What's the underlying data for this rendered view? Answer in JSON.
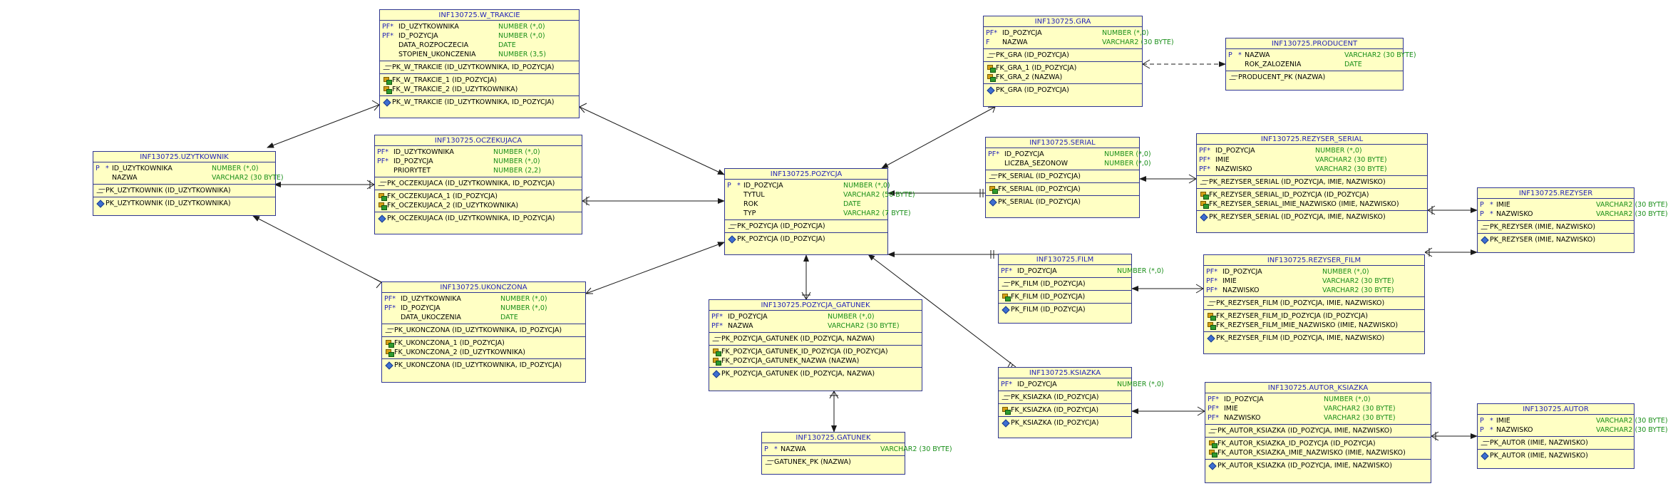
{
  "tables": {
    "w_trakcie": {
      "title": "INF130725.W_TRAKCIE",
      "cols": [
        {
          "flag": "PF*",
          "name": "ID_UZYTKOWNIKA",
          "type": "NUMBER (*,0)"
        },
        {
          "flag": "PF*",
          "name": "ID_POZYCJA",
          "type": "NUMBER (*,0)"
        },
        {
          "flag": "",
          "name": "DATA_ROZPOCZECIA",
          "type": "DATE"
        },
        {
          "flag": "",
          "name": "STOPIEN_UKONCZENIA",
          "type": "NUMBER (3,5)"
        }
      ],
      "pk": "PK_W_TRAKCIE (ID_UZYTKOWNIKA, ID_POZYCJA)",
      "fks": [
        "FK_W_TRAKCIE_1 (ID_POZYCJA)",
        "FK_W_TRAKCIE_2 (ID_UZYTKOWNIKA)"
      ],
      "uk": "PK_W_TRAKCIE (ID_UZYTKOWNIKA, ID_POZYCJA)"
    },
    "uzytkownik": {
      "title": "INF130725.UZYTKOWNIK",
      "cols": [
        {
          "flag": "P",
          "star": "*",
          "name": "ID_UZYTKOWNIKA",
          "type": "NUMBER (*,0)"
        },
        {
          "flag": "",
          "name": "NAZWA",
          "type": "VARCHAR2 (30 BYTE)"
        }
      ],
      "pk": "PK_UZYTKOWNIK (ID_UZYTKOWNIKA)",
      "uk": "PK_UZYTKOWNIK (ID_UZYTKOWNIKA)"
    },
    "oczekujaca": {
      "title": "INF130725.OCZEKUJACA",
      "cols": [
        {
          "flag": "PF*",
          "name": "ID_UZYTKOWNIKA",
          "type": "NUMBER (*,0)"
        },
        {
          "flag": "PF*",
          "name": "ID_POZYCJA",
          "type": "NUMBER (*,0)"
        },
        {
          "flag": "",
          "name": "PRIORYTET",
          "type": "NUMBER (2,2)"
        }
      ],
      "pk": "PK_OCZEKUJACA (ID_UZYTKOWNIKA, ID_POZYCJA)",
      "fks": [
        "FK_OCZEKUJACA_1 (ID_POZYCJA)",
        "FK_OCZEKUJACA_2 (ID_UZYTKOWNIKA)"
      ],
      "uk": "PK_OCZEKUJACA (ID_UZYTKOWNIKA, ID_POZYCJA)"
    },
    "ukonczona": {
      "title": "INF130725.UKONCZONA",
      "cols": [
        {
          "flag": "PF*",
          "name": "ID_UZYTKOWNIKA",
          "type": "NUMBER (*,0)"
        },
        {
          "flag": "PF*",
          "name": "ID_POZYCJA",
          "type": "NUMBER (*,0)"
        },
        {
          "flag": "",
          "name": "DATA_UKOCZENIA",
          "type": "DATE"
        }
      ],
      "pk": "PK_UKONCZONA (ID_UZYTKOWNIKA, ID_POZYCJA)",
      "fks": [
        "FK_UKONCZONA_1 (ID_POZYCJA)",
        "FK_UKONCZONA_2 (ID_UZYTKOWNIKA)"
      ],
      "uk": "PK_UKONCZONA (ID_UZYTKOWNIKA, ID_POZYCJA)"
    },
    "pozycja": {
      "title": "INF130725.POZYCJA",
      "cols": [
        {
          "flag": "P",
          "star": "*",
          "name": "ID_POZYCJA",
          "type": "NUMBER (*,0)"
        },
        {
          "flag": "",
          "name": "TYTUL",
          "type": "VARCHAR2 (50 BYTE)"
        },
        {
          "flag": "",
          "name": "ROK",
          "type": "DATE"
        },
        {
          "flag": "",
          "name": "TYP",
          "type": "VARCHAR2 (7 BYTE)"
        }
      ],
      "pk": "PK_POZYCJA (ID_POZYCJA)",
      "uk": "PK_POZYCJA (ID_POZYCJA)"
    },
    "pozycja_gatunek": {
      "title": "INF130725.POZYCJA_GATUNEK",
      "cols": [
        {
          "flag": "PF*",
          "name": "ID_POZYCJA",
          "type": "NUMBER (*,0)"
        },
        {
          "flag": "PF*",
          "name": "NAZWA",
          "type": "VARCHAR2 (30 BYTE)"
        }
      ],
      "pk": "PK_POZYCJA_GATUNEK (ID_POZYCJA, NAZWA)",
      "fks": [
        "FK_POZYCJA_GATUNEK_ID_POZYCJA (ID_POZYCJA)",
        "FK_POZYCJA_GATUNEK_NAZWA (NAZWA)"
      ],
      "uk": "PK_POZYCJA_GATUNEK (ID_POZYCJA, NAZWA)"
    },
    "gatunek": {
      "title": "INF130725.GATUNEK",
      "cols": [
        {
          "flag": "P",
          "star": "*",
          "name": "NAZWA",
          "type": "VARCHAR2 (30 BYTE)"
        }
      ],
      "pk": "GATUNEK_PK (NAZWA)"
    },
    "gra": {
      "title": "INF130725.GRA",
      "cols": [
        {
          "flag": "PF*",
          "name": "ID_POZYCJA",
          "type": "NUMBER (*,0)"
        },
        {
          "flag": "F",
          "name": "NAZWA",
          "type": "VARCHAR2 (30 BYTE)"
        }
      ],
      "pk": "PK_GRA (ID_POZYCJA)",
      "fks": [
        "FK_GRA_1 (ID_POZYCJA)",
        "FK_GRA_2 (NAZWA)"
      ],
      "uk": "PK_GRA (ID_POZYCJA)"
    },
    "producent": {
      "title": "INF130725.PRODUCENT",
      "cols": [
        {
          "flag": "P",
          "star": "*",
          "name": "NAZWA",
          "type": "VARCHAR2 (30 BYTE)"
        },
        {
          "flag": "",
          "name": "ROK_ZALOZENIA",
          "type": "DATE"
        }
      ],
      "pk": "PRODUCENT_PK (NAZWA)"
    },
    "serial": {
      "title": "INF130725.SERIAL",
      "cols": [
        {
          "flag": "PF*",
          "name": "ID_POZYCJA",
          "type": "NUMBER (*,0)"
        },
        {
          "flag": "",
          "name": "LICZBA_SEZONOW",
          "type": "NUMBER (*,0)"
        }
      ],
      "pk": "PK_SERIAL (ID_POZYCJA)",
      "fks": [
        "FK_SERIAL (ID_POZYCJA)"
      ],
      "uk": "PK_SERIAL (ID_POZYCJA)"
    },
    "rezyser_serial": {
      "title": "INF130725.REZYSER_SERIAL",
      "cols": [
        {
          "flag": "PF*",
          "name": "ID_POZYCJA",
          "type": "NUMBER (*,0)"
        },
        {
          "flag": "PF*",
          "name": "IMIE",
          "type": "VARCHAR2 (30 BYTE)"
        },
        {
          "flag": "PF*",
          "name": "NAZWISKO",
          "type": "VARCHAR2 (30 BYTE)"
        }
      ],
      "pk": "PK_REZYSER_SERIAL (ID_POZYCJA, IMIE, NAZWISKO)",
      "fks": [
        "FK_REZYSER_SERIAL_ID_POZYCJA (ID_POZYCJA)",
        "FK_REZYSER_SERIAL_IMIE_NAZWISKO (IMIE, NAZWISKO)"
      ],
      "uk": "PK_REZYSER_SERIAL (ID_POZYCJA, IMIE, NAZWISKO)"
    },
    "rezyser": {
      "title": "INF130725.REZYSER",
      "cols": [
        {
          "flag": "P",
          "star": "*",
          "name": "IMIE",
          "type": "VARCHAR2 (30 BYTE)"
        },
        {
          "flag": "P",
          "star": "*",
          "name": "NAZWISKO",
          "type": "VARCHAR2 (30 BYTE)"
        }
      ],
      "pk": "PK_REZYSER (IMIE, NAZWISKO)",
      "uk": "PK_REZYSER (IMIE, NAZWISKO)"
    },
    "film": {
      "title": "INF130725.FILM",
      "cols": [
        {
          "flag": "PF*",
          "name": "ID_POZYCJA",
          "type": "NUMBER (*,0)"
        }
      ],
      "pk": "PK_FILM (ID_POZYCJA)",
      "fks": [
        "FK_FILM (ID_POZYCJA)"
      ],
      "uk": "PK_FILM (ID_POZYCJA)"
    },
    "rezyser_film": {
      "title": "INF130725.REZYSER_FILM",
      "cols": [
        {
          "flag": "PF*",
          "name": "ID_POZYCJA",
          "type": "NUMBER (*,0)"
        },
        {
          "flag": "PF*",
          "name": "IMIE",
          "type": "VARCHAR2 (30 BYTE)"
        },
        {
          "flag": "PF*",
          "name": "NAZWISKO",
          "type": "VARCHAR2 (30 BYTE)"
        }
      ],
      "pk": "PK_REZYSER_FILM (ID_POZYCJA, IMIE, NAZWISKO)",
      "fks": [
        "FK_REZYSER_FILM_ID_POZYCJA (ID_POZYCJA)",
        "FK_REZYSER_FILM_IMIE_NAZWISKO (IMIE, NAZWISKO)"
      ],
      "uk": "PK_REZYSER_FILM (ID_POZYCJA, IMIE, NAZWISKO)"
    },
    "ksiazka": {
      "title": "INF130725.KSIAZKA",
      "cols": [
        {
          "flag": "PF*",
          "name": "ID_POZYCJA",
          "type": "NUMBER (*,0)"
        }
      ],
      "pk": "PK_KSIAZKA (ID_POZYCJA)",
      "fks": [
        "FK_KSIAZKA (ID_POZYCJA)"
      ],
      "uk": "PK_KSIAZKA (ID_POZYCJA)"
    },
    "autor_ksiazka": {
      "title": "INF130725.AUTOR_KSIAZKA",
      "cols": [
        {
          "flag": "PF*",
          "name": "ID_POZYCJA",
          "type": "NUMBER (*,0)"
        },
        {
          "flag": "PF*",
          "name": "IMIE",
          "type": "VARCHAR2 (30 BYTE)"
        },
        {
          "flag": "PF*",
          "name": "NAZWISKO",
          "type": "VARCHAR2 (30 BYTE)"
        }
      ],
      "pk": "PK_AUTOR_KSIAZKA (ID_POZYCJA, IMIE, NAZWISKO)",
      "fks": [
        "FK_AUTOR_KSIAZKA_ID_POZYCJA (ID_POZYCJA)",
        "FK_AUTOR_KSIAZKA_IMIE_NAZWISKO (IMIE, NAZWISKO)"
      ],
      "uk": "PK_AUTOR_KSIAZKA (ID_POZYCJA, IMIE, NAZWISKO)"
    },
    "autor": {
      "title": "INF130725.AUTOR",
      "cols": [
        {
          "flag": "P",
          "star": "*",
          "name": "IMIE",
          "type": "VARCHAR2 (30 BYTE)"
        },
        {
          "flag": "P",
          "star": "*",
          "name": "NAZWISKO",
          "type": "VARCHAR2 (30 BYTE)"
        }
      ],
      "pk": "PK_AUTOR (IMIE, NAZWISKO)",
      "uk": "PK_AUTOR (IMIE, NAZWISKO)"
    }
  },
  "colors": {
    "table_fill": "#ffffc4",
    "table_border": "#2e3592",
    "title_text": "#2323b8",
    "type_text": "#1a8f1a",
    "connector": "#1a1a1a"
  }
}
